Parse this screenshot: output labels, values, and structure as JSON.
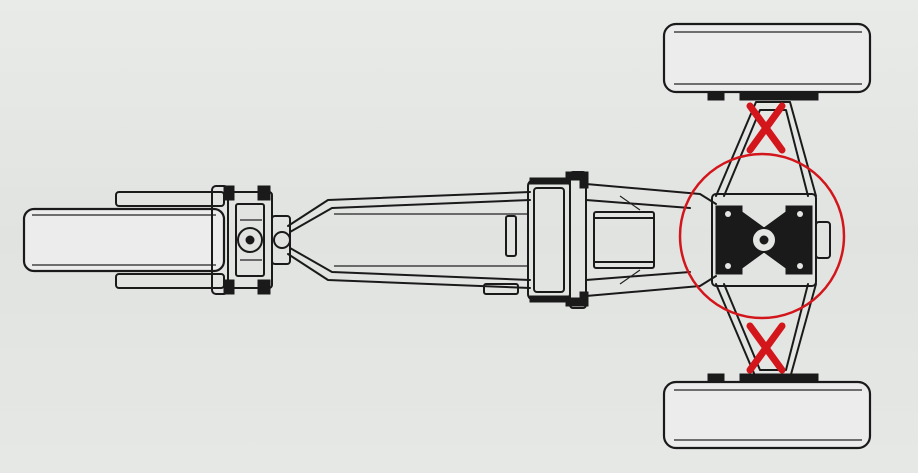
{
  "colors": {
    "background": "#e4e6e4",
    "line_art": "#1a1a1a",
    "annotation": "#d3161b"
  },
  "annotations": {
    "circle": {
      "label": "highlight-circle",
      "color": "#d3161b"
    },
    "crosses": [
      {
        "label": "upper-cross",
        "color": "#d3161b"
      },
      {
        "label": "lower-cross",
        "color": "#d3161b"
      }
    ]
  }
}
